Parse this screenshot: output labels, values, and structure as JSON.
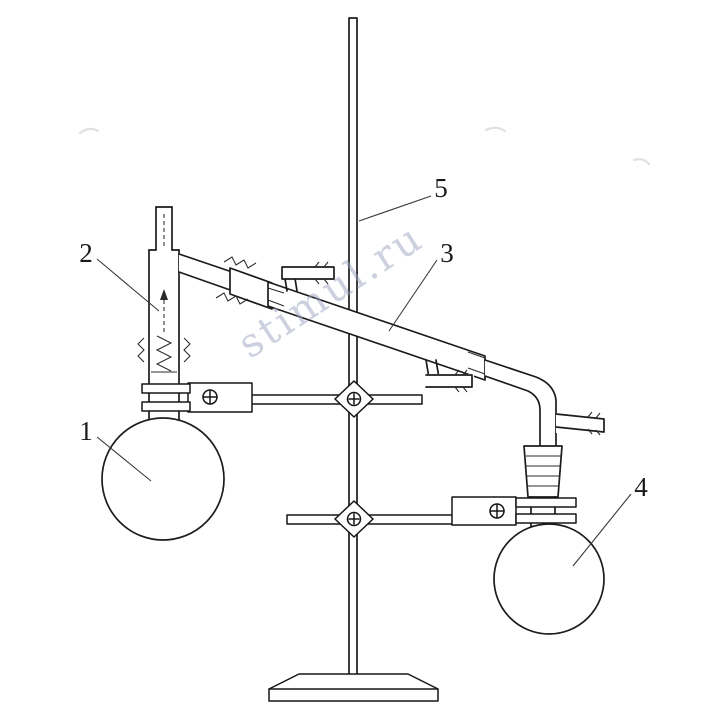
{
  "figure": {
    "background": "#ffffff",
    "line_color": "#1c1c1c",
    "watermark": {
      "text": "stimul.ru",
      "color": "#9aa3c0"
    },
    "labels": [
      {
        "text": "1"
      },
      {
        "text": "2"
      },
      {
        "text": "3"
      },
      {
        "text": "4"
      },
      {
        "text": "5"
      }
    ]
  }
}
